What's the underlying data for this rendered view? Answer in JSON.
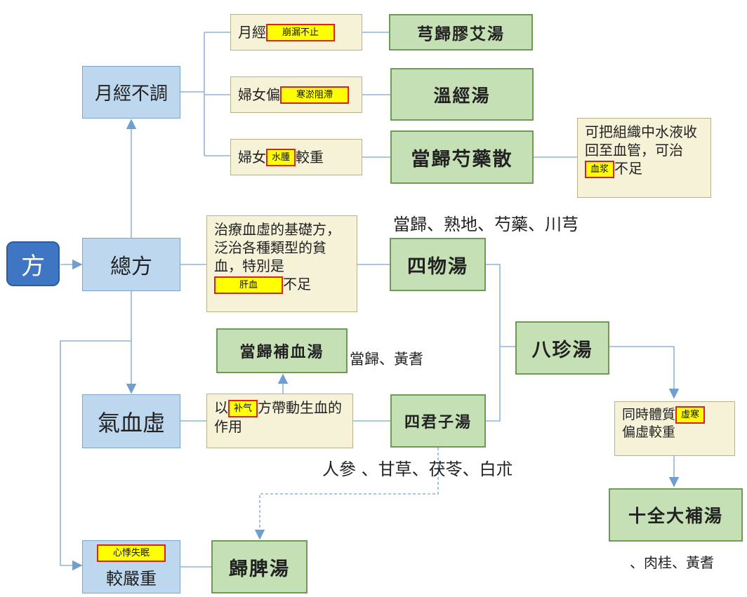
{
  "start": "方",
  "nodes": {
    "yuejing_butiao": "月經不調",
    "zongfang": "總方",
    "qixuexu": "氣血虛",
    "jiaoyanzhong_tag": "心悸失眠",
    "jiaoyanzhong": "較嚴重"
  },
  "conditions": {
    "c1": {
      "pre": "月經",
      "tag": "崩漏不止",
      "post": ""
    },
    "c2": {
      "pre": "婦女偏",
      "tag": "寒淤阻滯",
      "post": ""
    },
    "c3": {
      "pre": "婦女",
      "tag": "水腫",
      "post": "較重"
    }
  },
  "formulas": {
    "f1": "芎歸膠艾湯",
    "f2": "溫經湯",
    "f3": "當歸芍藥散",
    "siwu": "四物湯",
    "danggui_buxue": "當歸補血湯",
    "sijunzi": "四君子湯",
    "bazhen": "八珍湯",
    "shiquan": "十全大補湯",
    "guipi": "歸脾湯"
  },
  "notes": {
    "f3_note": {
      "pre": "可把組織中水液收回至血管，可治",
      "tag": "血浆",
      "post": "不足"
    },
    "zongfang_note": {
      "pre": "治療血虛的基礎方，泛治各種類型的貧血，特別是",
      "tag": "肝血",
      "post": "不足"
    },
    "qixue_note": {
      "pre": "以",
      "tag": "补气",
      "post": "方帶動生血的作用"
    },
    "bazhen_note": {
      "pre": "同時體質",
      "tag": "虛寒",
      "post": "偏虛較重"
    }
  },
  "ingredients": {
    "siwu": "當歸、熟地、芍藥、川芎",
    "danggui_buxue": "當歸、黃耆",
    "sijunzi": "人參 、甘草、茯苓、白朮",
    "shiquan": "、肉桂、黃耆"
  },
  "colors": {
    "blue_box": "#bdd7ee",
    "green_box": "#c5e0b4",
    "cream_box": "#f6f2d8",
    "highlight": "#ffff00",
    "highlight_border": "#e02020",
    "connector": "#8fb4d9",
    "start_box": "#3f76c4"
  }
}
